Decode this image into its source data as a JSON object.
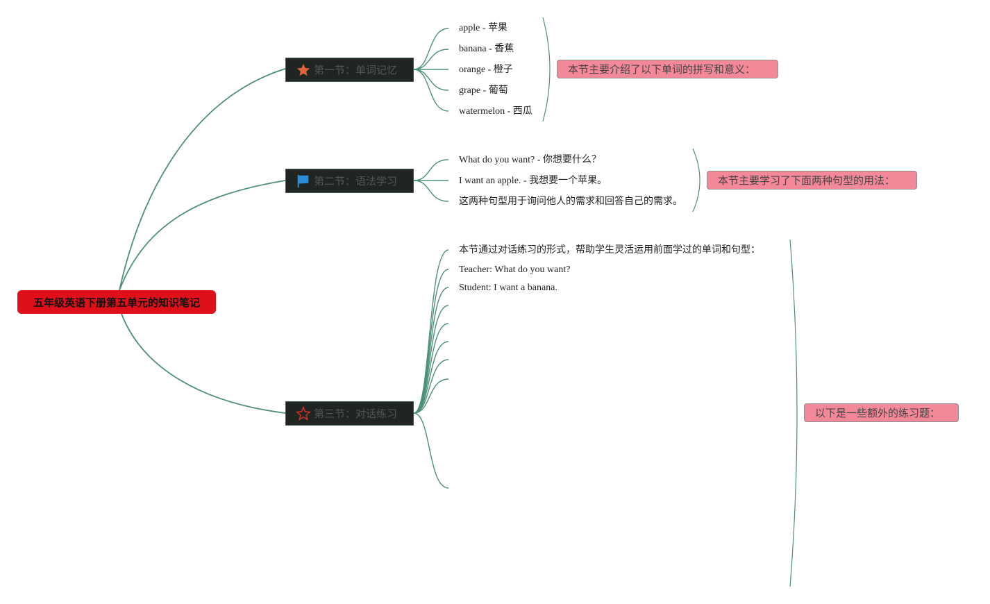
{
  "root": {
    "label": "五年级英语下册第五单元的知识笔记",
    "color": "#e0101b"
  },
  "line_color": "#4e8f7a",
  "sections": [
    {
      "label": "第一节：单词记忆",
      "icon": "star-filled-icon",
      "icon_color": "#e2623a",
      "items": [
        "apple - 苹果",
        "banana - 香蕉",
        "orange - 橙子",
        "grape - 葡萄",
        "watermelon - 西瓜"
      ],
      "summary": "本节主要介绍了以下单词的拼写和意义："
    },
    {
      "label": "第二节：语法学习",
      "icon": "flag-icon",
      "icon_color": "#2a8fd6",
      "items": [
        "What do you want? - 你想要什么？",
        "I want an apple. - 我想要一个苹果。",
        "这两种句型用于询问他人的需求和回答自己的需求。"
      ],
      "summary": "本节主要学习了下面两种句型的用法："
    },
    {
      "label": "第三节：对话练习",
      "icon": "star-outline-icon",
      "icon_color": "#d9302a",
      "items": [
        "本节通过对话练习的形式，帮助学生灵活运用前面学过的单词和句型：",
        "Teacher: What do you want?",
        "Student: I want a banana."
      ],
      "summary": "以下是一些额外的练习题："
    }
  ]
}
